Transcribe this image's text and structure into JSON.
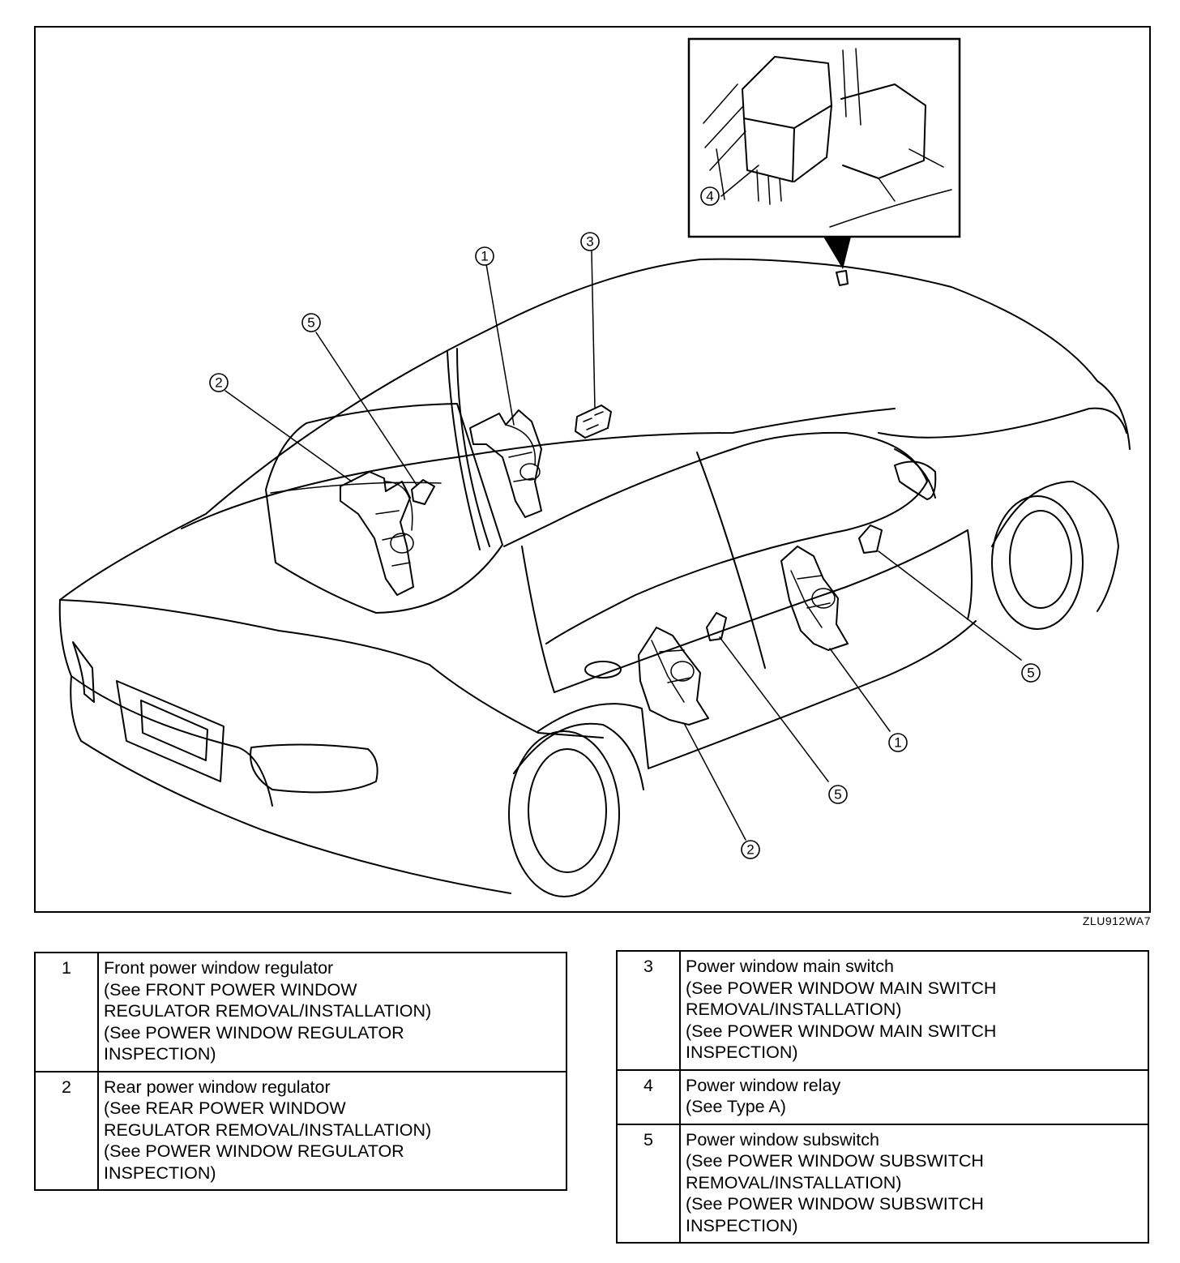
{
  "figure_code": "ZLU912WA7",
  "callouts": {
    "front_regulator_top": "1",
    "front_regulator_side": "1",
    "rear_regulator_top": "2",
    "rear_regulator_side": "2",
    "main_switch": "3",
    "relay": "4",
    "subswitch_top": "5",
    "subswitch_side_rear": "5",
    "subswitch_side_front": "5"
  },
  "legend_left": [
    {
      "num": "1",
      "lines": [
        "Front power window regulator",
        "(See FRONT POWER WINDOW",
        "REGULATOR REMOVAL/INSTALLATION)",
        "(See POWER WINDOW REGULATOR",
        "INSPECTION)"
      ]
    },
    {
      "num": "2",
      "lines": [
        "Rear power window regulator",
        "(See REAR POWER WINDOW",
        "REGULATOR REMOVAL/INSTALLATION)",
        "(See POWER WINDOW REGULATOR",
        "INSPECTION)"
      ]
    }
  ],
  "legend_right": [
    {
      "num": "3",
      "lines": [
        "Power window main switch",
        "(See POWER WINDOW MAIN SWITCH",
        "REMOVAL/INSTALLATION)",
        "(See POWER WINDOW MAIN SWITCH",
        "INSPECTION)"
      ]
    },
    {
      "num": "4",
      "lines": [
        "Power window relay",
        "(See Type A)"
      ]
    },
    {
      "num": "5",
      "lines": [
        "Power window subswitch",
        "(See POWER WINDOW SUBSWITCH",
        "REMOVAL/INSTALLATION)",
        "(See POWER WINDOW SUBSWITCH",
        "INSPECTION)"
      ]
    }
  ]
}
